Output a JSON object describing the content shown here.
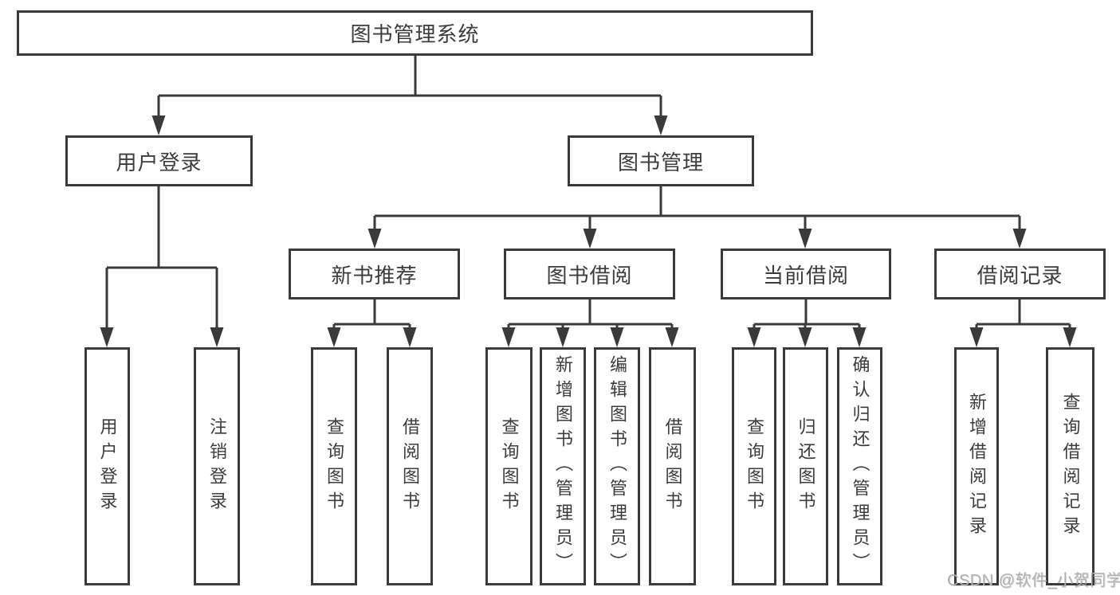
{
  "diagram": {
    "root": {
      "label": "图书管理系统"
    },
    "user_login": {
      "label": "用户登录",
      "children": [
        {
          "label": "用户登录"
        },
        {
          "label": "注销登录"
        }
      ]
    },
    "book_mgmt": {
      "label": "图书管理",
      "children": [
        {
          "label": "新书推荐",
          "children": [
            {
              "label": "查询图书"
            },
            {
              "label": "借阅图书"
            }
          ]
        },
        {
          "label": "图书借阅",
          "children": [
            {
              "label": "查询图书"
            },
            {
              "label": "新增图书（管理员）"
            },
            {
              "label": "编辑图书（管理员）"
            },
            {
              "label": "借阅图书"
            }
          ]
        },
        {
          "label": "当前借阅",
          "children": [
            {
              "label": "查询图书"
            },
            {
              "label": "归还图书"
            },
            {
              "label": "确认归还（管理员）"
            }
          ]
        },
        {
          "label": "借阅记录",
          "children": [
            {
              "label": "新增借阅记录"
            },
            {
              "label": "查询借阅记录"
            }
          ]
        }
      ]
    }
  },
  "watermark": {
    "text": "CSDN @软件_小贺同学"
  },
  "colors": {
    "line": "#3a3a3a",
    "text": "#3c3c3c",
    "watermark": "#b3b0ae",
    "background": "#ffffff"
  }
}
